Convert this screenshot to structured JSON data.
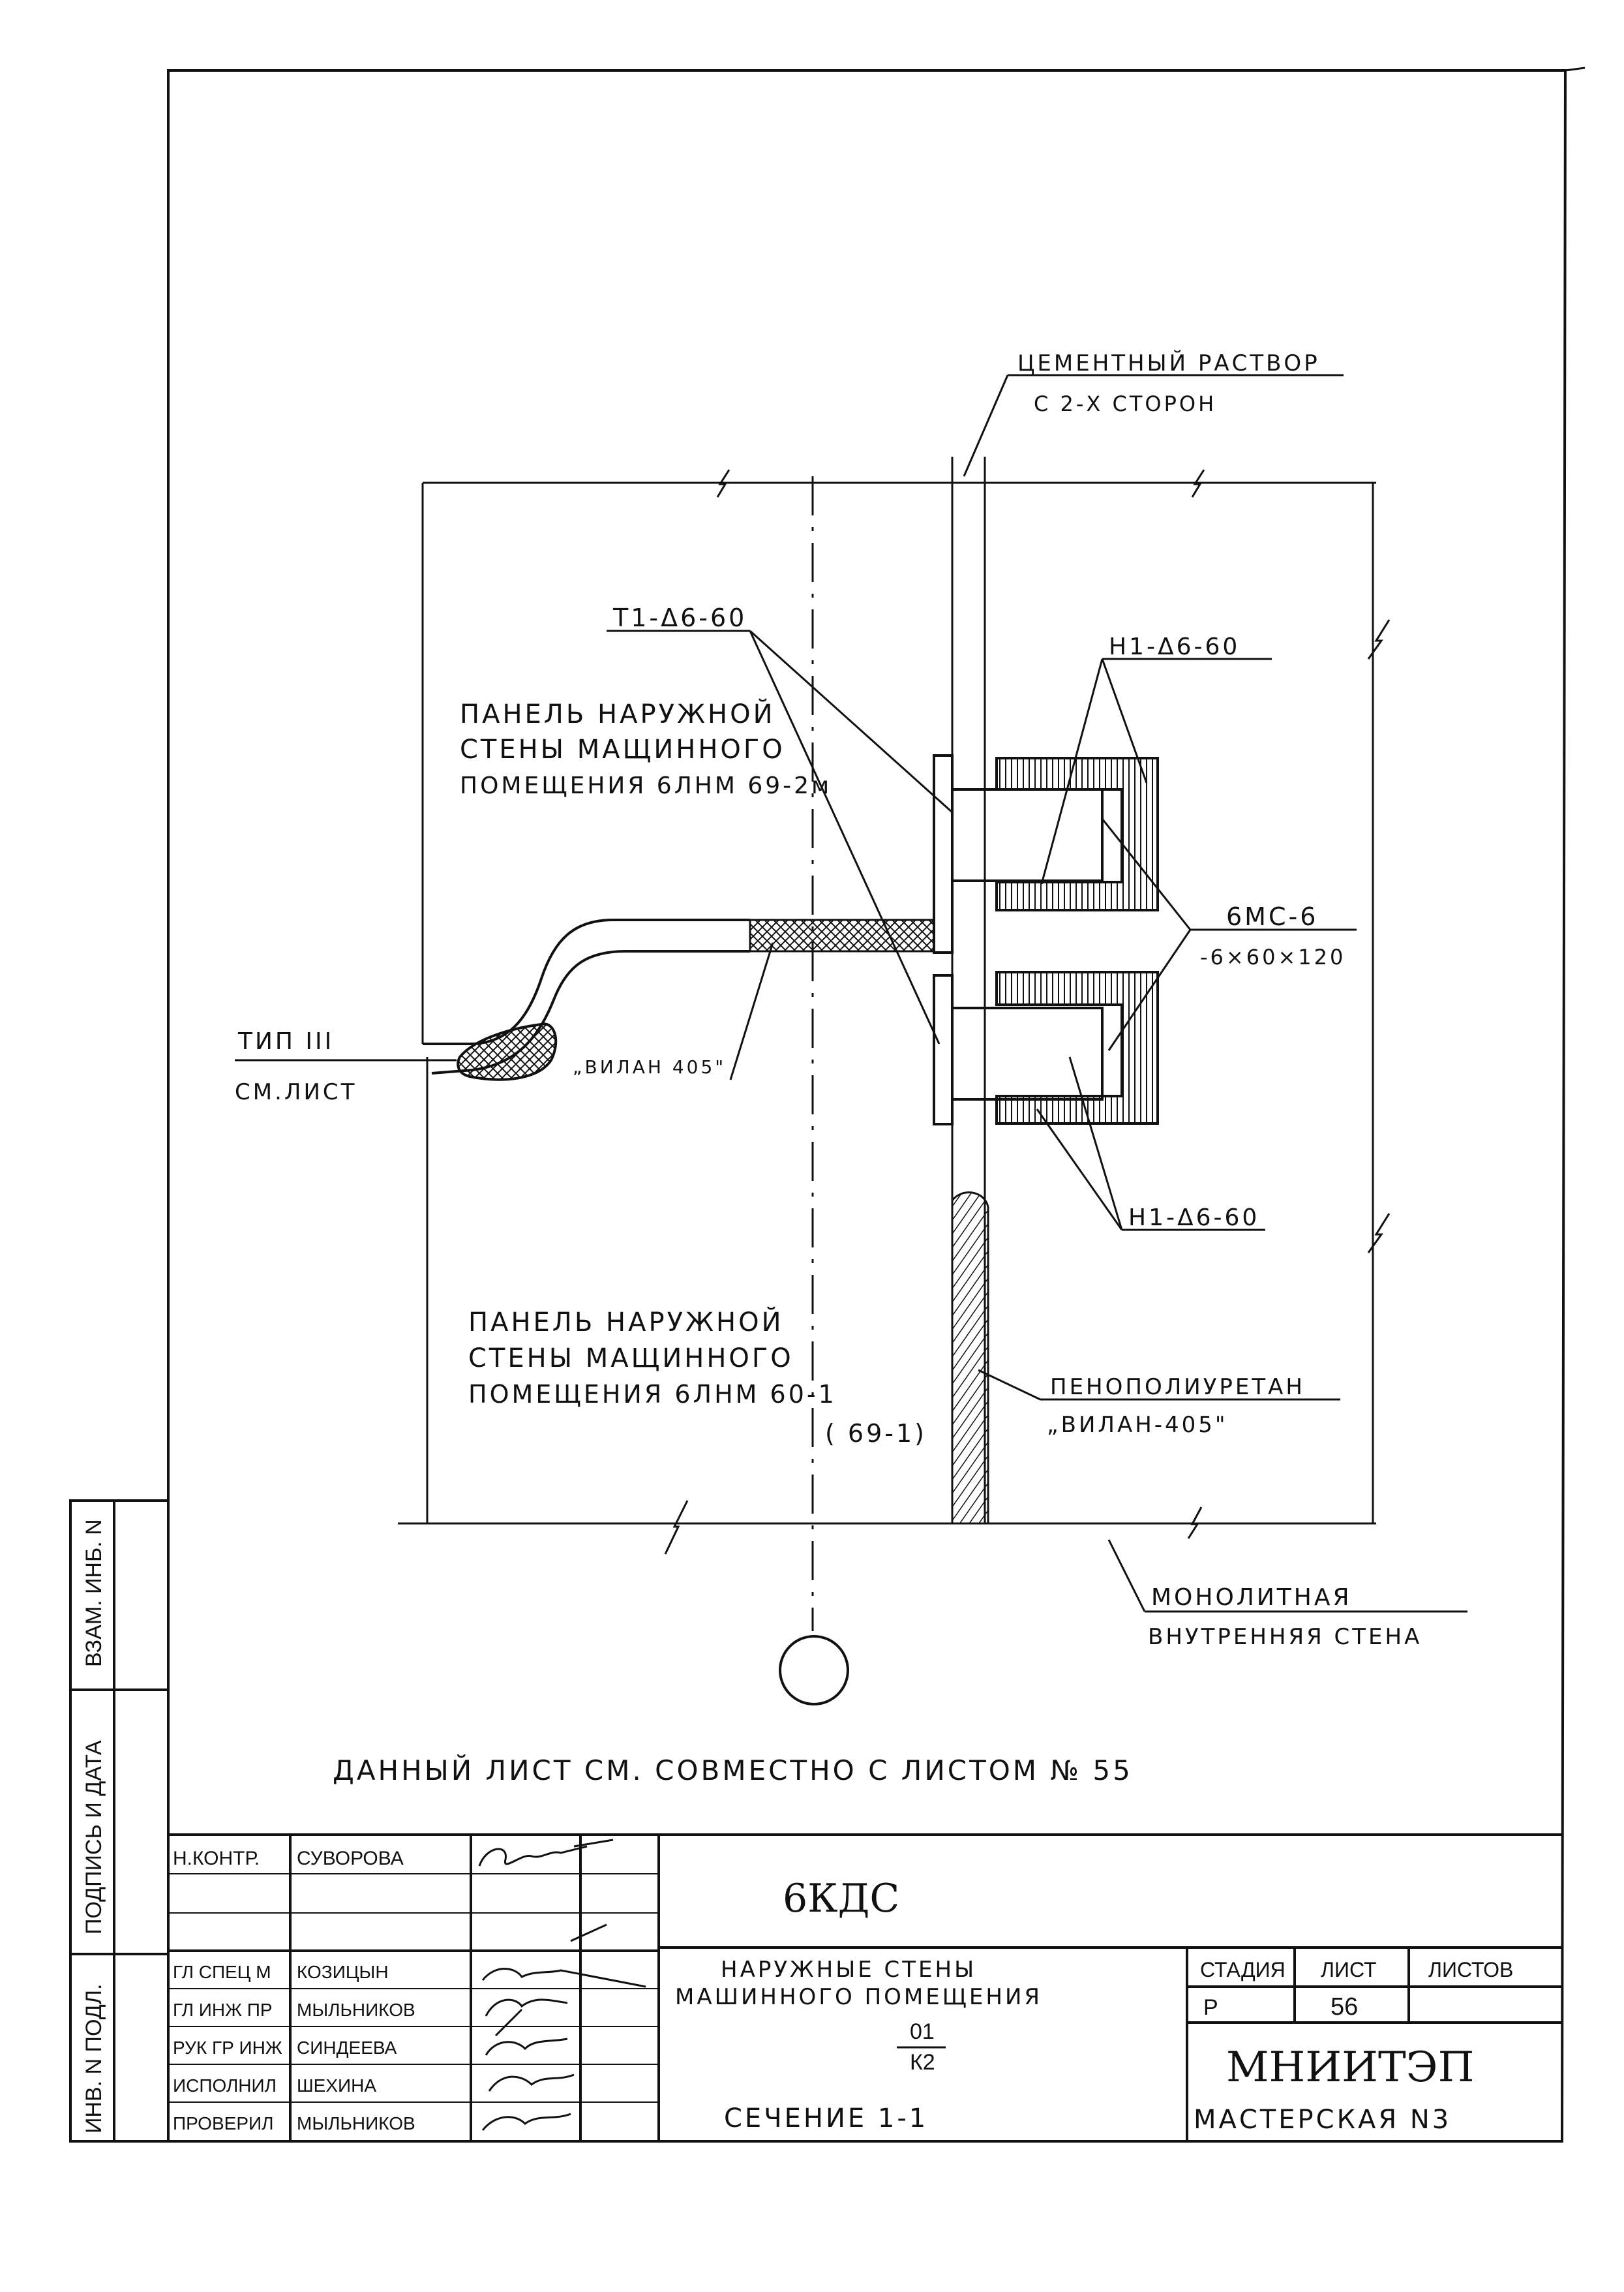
{
  "drawing": {
    "callouts": {
      "mortar": [
        "ЦЕМЕНТНЫЙ РАСТВОР",
        "С 2-Х СТОРОН"
      ],
      "t1": "Т1-Δ6-60",
      "h1_top": "Н1-Δ6-60",
      "h1_bottom": "Н1-Δ6-60",
      "plate": [
        "6МС-6",
        "-6×60×120"
      ],
      "panel_upper": [
        "ПАНЕЛЬ НАРУЖНОЙ",
        "СТЕНЫ МАЩИННОГО",
        "ПОМЕЩЕНИЯ 6ЛНМ 69-2м"
      ],
      "panel_lower": [
        "ПАНЕЛЬ НАРУЖНОЙ",
        "СТЕНЫ МАЩИННОГО",
        "ПОМЕЩЕНИЯ 6ЛНМ 60-1",
        "( 69-1)"
      ],
      "type_ref": [
        "ТИП III",
        "СМ.ЛИСТ"
      ],
      "vilan": "„ВИЛАН 405\"",
      "foam": [
        "ПЕНОПОЛИУРЕТАН",
        "„ВИЛАН-405\""
      ],
      "inner_wall": [
        "МОНОЛИТНАЯ",
        "ВНУТРЕННЯЯ СТЕНА"
      ]
    },
    "note": "ДАННЫЙ ЛИСТ СМ. СОВМЕСТНО С ЛИСТОМ № 55"
  },
  "side_stamp": {
    "cells": [
      "ВЗАМ. ИНБ. N",
      "ПОДПИСЬ И ДАТА",
      "ИНВ. N ПОДЛ."
    ]
  },
  "title_block": {
    "project": "6КДС",
    "title": [
      "НАРУЖНЫЕ СТЕНЫ",
      "МАШИННОГО ПОМЕЩЕНИЯ"
    ],
    "fraction_top": "01",
    "fraction_bottom": "К2",
    "section": "СЕЧЕНИЕ 1-1",
    "stage_label": "СТАДИЯ",
    "sheet_label": "ЛИСТ",
    "sheets_label": "ЛИСТОВ",
    "stage": "Р",
    "sheet": "56",
    "sheets": "",
    "org": "МНИИТЭП",
    "workshop": "МАСТЕРСКАЯ N3",
    "signatures": [
      {
        "role": "Н.КОНТР.",
        "name": "СУВОРОВА"
      },
      {
        "role": "",
        "name": ""
      },
      {
        "role": "",
        "name": ""
      },
      {
        "role": "ГЛ СПЕЦ М",
        "name": "КОЗИЦЫН"
      },
      {
        "role": "ГЛ ИНЖ ПР",
        "name": "МЫЛЬНИКОВ"
      },
      {
        "role": "РУК ГР ИНЖ",
        "name": "СИНДЕЕВА"
      },
      {
        "role": "ИСПОЛНИЛ",
        "name": "ШЕХИНА"
      },
      {
        "role": "ПРОВЕРИЛ",
        "name": "МЫЛЬНИКОВ"
      }
    ]
  }
}
